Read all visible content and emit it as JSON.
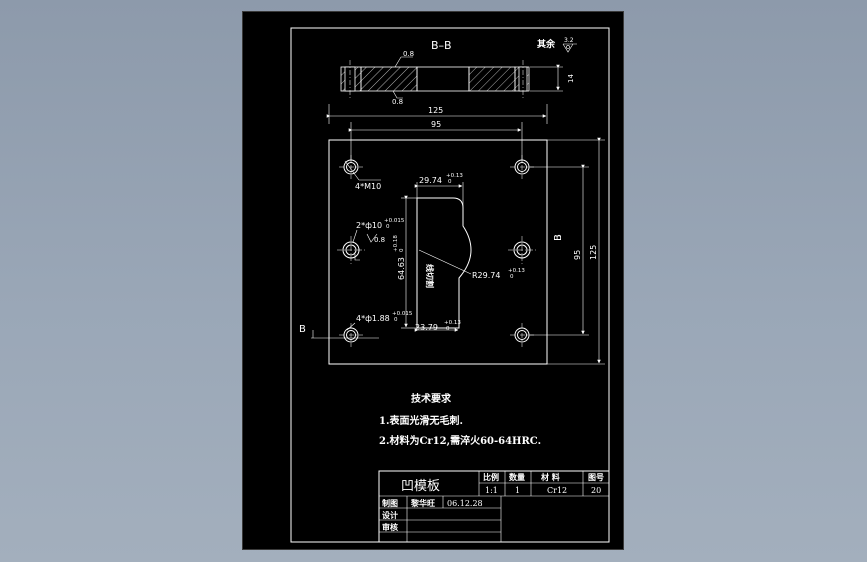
{
  "drawing": {
    "section_label": "B–B",
    "rough_label": "其余",
    "rough_value": "3.2",
    "ra_top": "0.8",
    "ra_bottom": "0.8",
    "thickness": "14",
    "dim_width_outer": "125",
    "dim_width_inner": "95",
    "dim_height_outer": "125",
    "dim_height_inner": "95",
    "section_mark_left": "B",
    "section_mark_right": "B",
    "note_m10": "4*M10",
    "note_hole10": "2*ф10",
    "note_hole10_tol": "+0.015",
    "note_hole10_tol2": "0",
    "note_ra_hole": "0.8",
    "note_hole_bottom": "4*ф1.88",
    "note_hole_bottom_tol": "+0.015",
    "note_hole_bottom_tol2": "0",
    "dim_cavity_top": "29.74",
    "dim_cavity_top_tol": "+0.13",
    "dim_cavity_top_tol2": "0",
    "dim_cavity_height": "64.63",
    "dim_cavity_height_tol": "+0.18",
    "dim_cavity_height_tol2": "0",
    "dim_cavity_bottom": "23.79",
    "dim_cavity_bottom_tol": "+0.13",
    "dim_cavity_bottom_tol2": "0",
    "dim_radius": "R29.74",
    "dim_radius_tol": "+0.13",
    "dim_radius_tol2": "0",
    "cavity_text": "线切割"
  },
  "tech": {
    "heading": "技术要求",
    "line1": "1.表面光滑无毛刺.",
    "line2": "2.材料为Cr12,需淬火60-64HRC."
  },
  "title_block": {
    "part_name": "凹模板",
    "h_scale": "比例",
    "h_qty": "数量",
    "h_material": "材    料",
    "h_drawing_no": "图号",
    "v_scale": "1:1",
    "v_qty": "1",
    "v_material": "Cr12",
    "v_drawing_no": "20",
    "r1_label": "制图",
    "r1_name": "黎华旺",
    "r1_date": "06.12.28",
    "r2_label": "设计",
    "r3_label": "审核"
  }
}
